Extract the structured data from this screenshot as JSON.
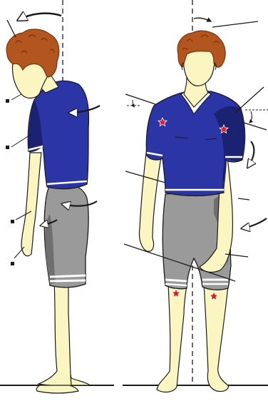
{
  "figure": {
    "views": [
      {
        "name": "side-view",
        "facing": "left"
      },
      {
        "name": "front-view",
        "facing": "front"
      }
    ],
    "colors": {
      "skin": "#fbf5c2",
      "shirt": "#2b35a6",
      "shirt_shadow": "#1b2272",
      "shorts": "#9a9a9a",
      "shorts_shadow": "#6f6f6f",
      "hair": "#b2551f",
      "hair_dark": "#7a3410",
      "outline": "#1a1a1a",
      "marker_star": "#e8151b",
      "stripe": "#ffffff"
    },
    "markers": {
      "side_square_bullets": 4,
      "front_red_stars": 4
    },
    "icons": [
      "curved-arrow-icon",
      "square-bullet-icon",
      "red-star-icon",
      "pointer-line-icon",
      "dashed-plumb-line-icon"
    ]
  }
}
